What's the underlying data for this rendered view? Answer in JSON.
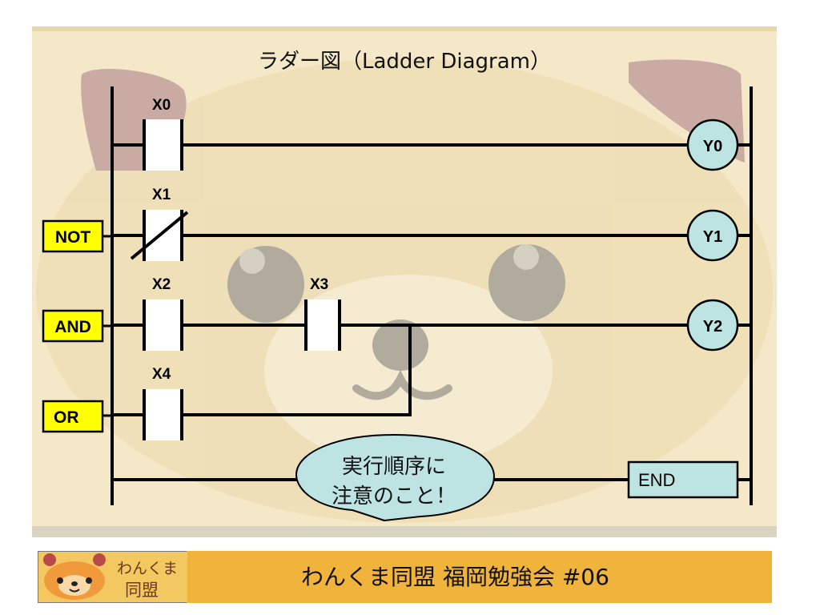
{
  "diagram": {
    "title": "ラダー図（Ladder Diagram）",
    "contacts": {
      "x0": "X0",
      "x1": "X1",
      "x2": "X2",
      "x3": "X3",
      "x4": "X4"
    },
    "coils": {
      "y0": "Y0",
      "y1": "Y1",
      "y2": "Y2"
    },
    "tags": {
      "not": "NOT",
      "and": "AND",
      "or": "OR"
    },
    "end_label": "END",
    "note": {
      "line1": "実行順序に",
      "line2": "注意のこと！"
    },
    "colors": {
      "background": "#f4e8c8",
      "tag_fill": "#ffff00",
      "coil_fill": "#bde3e3",
      "end_fill": "#bde3e3",
      "note_fill": "#bde3e3"
    }
  },
  "footer": {
    "logo_line1": "わんくま",
    "logo_line2": "同盟",
    "title": "わんくま同盟 福岡勉強会 #06"
  }
}
